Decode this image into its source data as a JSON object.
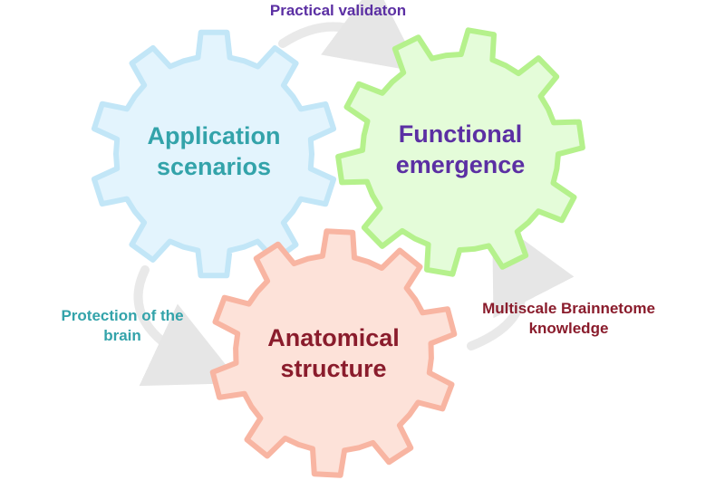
{
  "colors": {
    "blue_fill": "#e3f4fd",
    "blue_stroke": "#c2e6f7",
    "green_fill": "#e4fcd9",
    "green_stroke": "#b5f18c",
    "pink_fill": "#fde2d9",
    "pink_stroke": "#f8b5a2",
    "teal_text": "#33a3aa",
    "purple_text": "#5b2fa3",
    "maroon_text": "#8a1c2c",
    "arrow_gray": "#e9e9e9"
  },
  "gears": {
    "application": {
      "line1": "Application",
      "line2": "scenarios"
    },
    "functional": {
      "line1": "Functional",
      "line2": "emergence"
    },
    "anatomical": {
      "line1": "Anatomical",
      "line2": "structure"
    }
  },
  "arrows": {
    "top": {
      "line1": "Practical validaton"
    },
    "left": {
      "line1": "Protection of the",
      "line2": "brain"
    },
    "right": {
      "line1": "Multiscale Brainnetome",
      "line2": "knowledge"
    }
  }
}
